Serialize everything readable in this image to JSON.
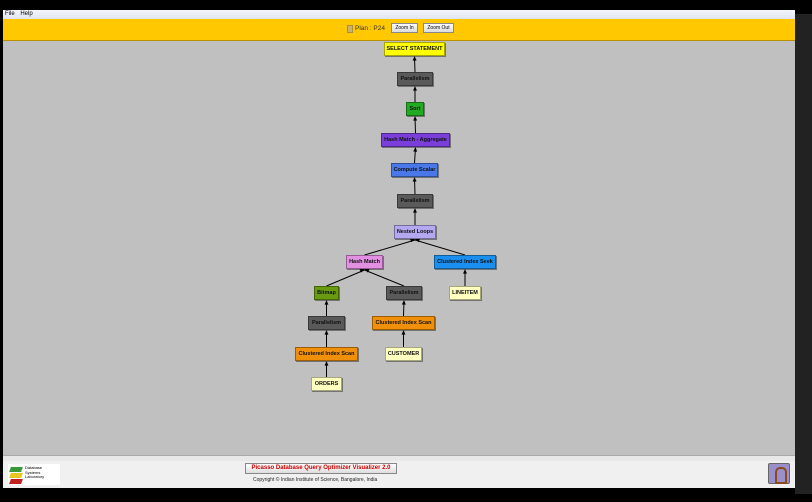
{
  "menu": [
    "File",
    "Help"
  ],
  "toolbar": {
    "plan_label": "Plan : P24",
    "zoom_in": "Zoom In",
    "zoom_out": "Zoom Out"
  },
  "tree": {
    "nodes": [
      {
        "id": "n0",
        "label": "SELECT STATEMENT",
        "color": "#ffff00"
      },
      {
        "id": "n1",
        "label": "Parallelism",
        "color": "#5a5a5a"
      },
      {
        "id": "n2",
        "label": "Sort",
        "color": "#22aa22"
      },
      {
        "id": "n3",
        "label": "Hash Match - Aggregate",
        "color": "#7a3fd8"
      },
      {
        "id": "n4",
        "label": "Compute Scalar",
        "color": "#4a78e8"
      },
      {
        "id": "n5",
        "label": "Parallelism",
        "color": "#5a5a5a"
      },
      {
        "id": "n6",
        "label": "Nested Loops",
        "color": "#b4a8f0"
      },
      {
        "id": "n7",
        "label": "Hash Match",
        "color": "#e290e2"
      },
      {
        "id": "n8",
        "label": "Clustered Index Seek",
        "color": "#1a8ff0"
      },
      {
        "id": "n9",
        "label": "Bitmap",
        "color": "#6a9a10"
      },
      {
        "id": "n10",
        "label": "Parallelism",
        "color": "#5a5a5a"
      },
      {
        "id": "n11",
        "label": "LINEITEM",
        "color": "#ffffc0"
      },
      {
        "id": "n12",
        "label": "Parallelism",
        "color": "#5a5a5a"
      },
      {
        "id": "n13",
        "label": "Clustered Index Scan",
        "color": "#f0900a"
      },
      {
        "id": "n14",
        "label": "Clustered Index Scan",
        "color": "#f0900a"
      },
      {
        "id": "n15",
        "label": "CUSTOMER",
        "color": "#ffffc0"
      },
      {
        "id": "n16",
        "label": "ORDERS",
        "color": "#ffffc0"
      }
    ],
    "edges": [
      [
        "n1",
        "n0"
      ],
      [
        "n2",
        "n1"
      ],
      [
        "n3",
        "n2"
      ],
      [
        "n4",
        "n3"
      ],
      [
        "n5",
        "n4"
      ],
      [
        "n6",
        "n5"
      ],
      [
        "n7",
        "n6"
      ],
      [
        "n8",
        "n6"
      ],
      [
        "n9",
        "n7"
      ],
      [
        "n10",
        "n7"
      ],
      [
        "n11",
        "n8"
      ],
      [
        "n12",
        "n9"
      ],
      [
        "n13",
        "n10"
      ],
      [
        "n14",
        "n12"
      ],
      [
        "n15",
        "n13"
      ],
      [
        "n16",
        "n14"
      ]
    ]
  },
  "footer": {
    "title": "Picasso Database Query Optimizer Visualizer 2.0",
    "copyright": "Copyright © Indian Institute of Science, Bangalore, India",
    "logo_text": "Database Systems Laboratory"
  }
}
